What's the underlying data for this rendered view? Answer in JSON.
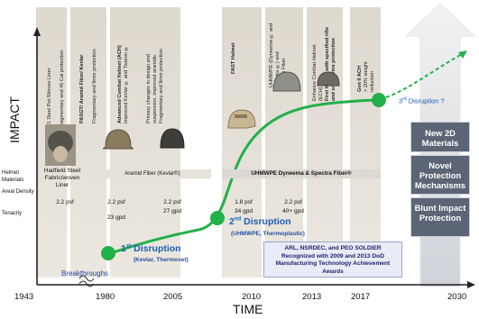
{
  "axes": {
    "y_label": "IMPACT",
    "x_label": "TIME"
  },
  "years": [
    "1943",
    "1980",
    "2005",
    "2010",
    "2013",
    "2017",
    "2030"
  ],
  "eras": [
    {
      "lines": [
        "M1 Steel Pot /Woven Liner",
        "Fragmentary and 45 Cal protection"
      ]
    },
    {
      "lines": [
        "PASGT/ Aramid Fiber/ Kevlar",
        "Fragmentary and 9mm protection"
      ]
    },
    {
      "lines": [
        "Advanced Combat Helmet (ACH)",
        "Improved Kevlar ® and Twaron ®"
      ]
    },
    {
      "lines": [
        "Primary changes in design and",
        "suspension, improved aramids.",
        "Fragmentary and 9mm protection"
      ]
    },
    {
      "lines": [
        "FAST Helmet"
      ]
    },
    {
      "lines": [
        "UHMWPE (Dyneema ® and",
        "Spectra ®) and",
        "Carbon Fiber"
      ]
    },
    {
      "lines": [
        "Enhance Combat Helmet",
        "(ECH)",
        "First helmet with specified rifle",
        "and small arms protection"
      ]
    },
    {
      "lines": [
        "Gen II ACH",
        "> 20% weight",
        "reduction"
      ]
    }
  ],
  "row_labels": {
    "helmet_materials": "Helmet Materials",
    "areal_density": "Areal Density",
    "tenacity": "Tenacity"
  },
  "materials": {
    "m1": [
      "Hadfield Steel",
      "Fabric/woven",
      "Liner"
    ],
    "aramid": "Aramid Fiber (Kevlar®)",
    "uhmwpe": "UHMWPE  Dyneema & Spectra Fiber®"
  },
  "specs": [
    {
      "density": "2.2 psf",
      "tenacity": ""
    },
    {
      "density": "2.2 psf",
      "tenacity": "23 gpd"
    },
    {
      "density": "2.2 psf",
      "tenacity": "27 gpd"
    },
    {
      "density": "1.8 psf",
      "tenacity": "34 gpd"
    },
    {
      "density": "2.2 psf",
      "tenacity": "40+ gpd"
    }
  ],
  "disruptions": {
    "first": {
      "ordinal": "1",
      "suffix": "st",
      "word": " Disruption",
      "sub": "(Kevlar, Thermoset)"
    },
    "second": {
      "ordinal": "2",
      "suffix": "nd",
      "word": " Disruption",
      "sub": "(UHMWPE, Thermoplastic)"
    },
    "third": {
      "ordinal": "3",
      "suffix": "rd",
      "word": " Disruption ?"
    }
  },
  "breakthroughs": "Breakthroughs",
  "award": "ARL, NSRDEC, and PEO SOLDIER Recognized with 2009 and 2013 DoD Manufacturing Technology Achievement Awards",
  "future": [
    "New 2D Materials",
    "Novel Protection Mechanisms",
    "Blunt Impact Protection"
  ],
  "colors": {
    "curve": "#22b04a",
    "disruption_text": "#1d5eb5",
    "box": "#5b6575",
    "award_bg": "#3d5fc9"
  }
}
